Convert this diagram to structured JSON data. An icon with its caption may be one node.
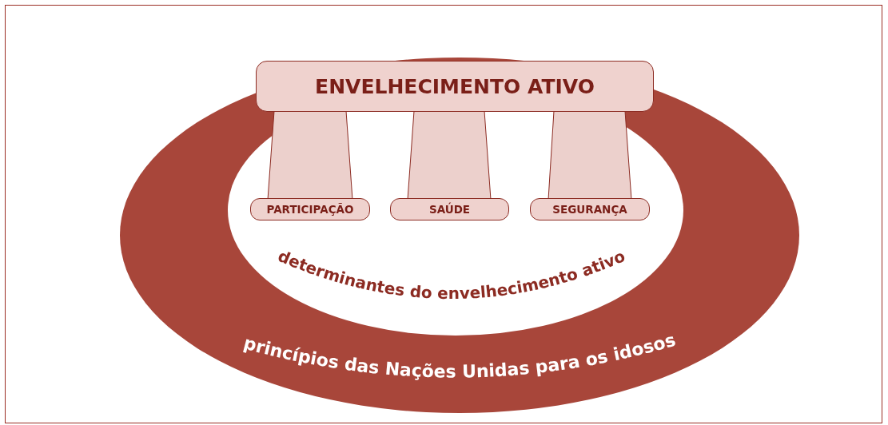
{
  "diagram": {
    "nodes": [
      {
        "text": [
          "princípios das Nações Unidas para os idosos"
        ]
      },
      {
        "text": [
          "determinantes do envelhecimento ativo"
        ],
        "in": 0
      },
      {
        "text": [
          "ENVELHECIMENTO ATIVO"
        ],
        "in": 0
      },
      {
        "text": [
          "PARTICIPAÇÃO"
        ],
        "in": 1
      },
      {
        "text": [
          "SAÚDE"
        ],
        "in": 1
      },
      {
        "text": [
          "SEGURANÇA"
        ],
        "in": 1
      }
    ]
  }
}
